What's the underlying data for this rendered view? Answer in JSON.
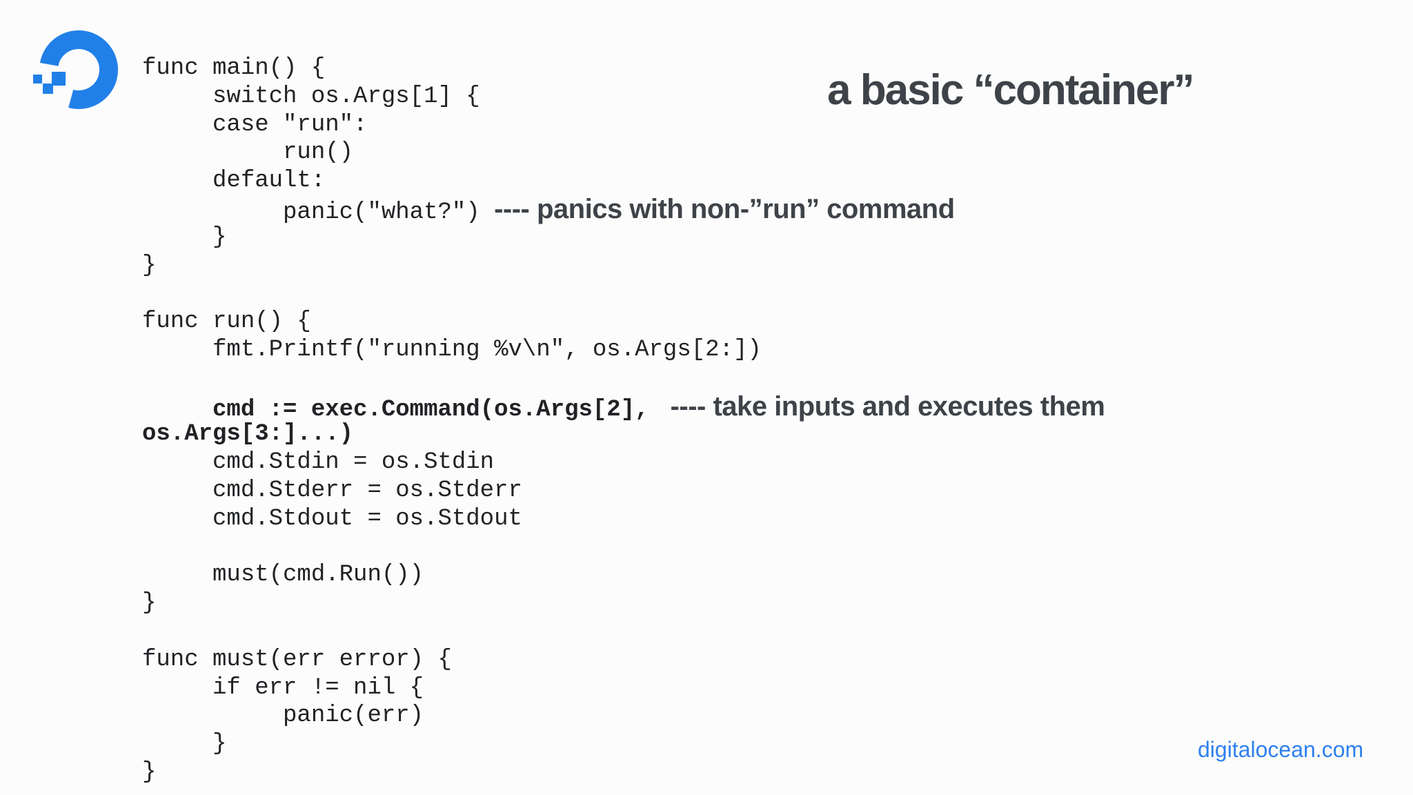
{
  "slide": {
    "title": "a basic “container”",
    "footer_link": "digitalocean.com"
  },
  "icons": {
    "logo": "digitalocean-logo"
  },
  "colors": {
    "background": "#fcfcfc",
    "code_text": "#202225",
    "heading_text": "#3e4349",
    "logo_blue": "#2180e8",
    "link_blue": "#2e80f0"
  },
  "code": {
    "lines": [
      {
        "segments": [
          {
            "t": "func main() {",
            "s": "c"
          }
        ]
      },
      {
        "segments": [
          {
            "t": "     switch os.Args[1] {",
            "s": "c"
          }
        ]
      },
      {
        "segments": [
          {
            "t": "     case \"run\":",
            "s": "c"
          }
        ]
      },
      {
        "segments": [
          {
            "t": "          run()",
            "s": "c"
          }
        ]
      },
      {
        "segments": [
          {
            "t": "     default:",
            "s": "c"
          }
        ]
      },
      {
        "segments": [
          {
            "t": "          panic(\"what?\") ",
            "s": "c"
          },
          {
            "t": "---- panics with non-”run” command",
            "s": "n"
          }
        ]
      },
      {
        "segments": [
          {
            "t": "     }",
            "s": "c"
          }
        ]
      },
      {
        "segments": [
          {
            "t": "}",
            "s": "c"
          }
        ]
      },
      {
        "segments": []
      },
      {
        "segments": [
          {
            "t": "func run() {",
            "s": "c"
          }
        ]
      },
      {
        "segments": [
          {
            "t": "     fmt.Printf(\"running %v\\n\", os.Args[2:])",
            "s": "c"
          }
        ]
      },
      {
        "segments": []
      },
      {
        "segments": [
          {
            "t": "     cmd := exec.Command(os.Args[2], ",
            "s": "b"
          },
          {
            "t": " ---- take inputs and executes them",
            "s": "n"
          }
        ]
      },
      {
        "segments": [
          {
            "t": "os.Args[3:]...)",
            "s": "b"
          }
        ]
      },
      {
        "segments": [
          {
            "t": "     cmd.Stdin = os.Stdin",
            "s": "c"
          }
        ]
      },
      {
        "segments": [
          {
            "t": "     cmd.Stderr = os.Stderr",
            "s": "c"
          }
        ]
      },
      {
        "segments": [
          {
            "t": "     cmd.Stdout = os.Stdout",
            "s": "c"
          }
        ]
      },
      {
        "segments": []
      },
      {
        "segments": [
          {
            "t": "     must(cmd.Run())",
            "s": "c"
          }
        ]
      },
      {
        "segments": [
          {
            "t": "}",
            "s": "c"
          }
        ]
      },
      {
        "segments": []
      },
      {
        "segments": [
          {
            "t": "func must(err error) {",
            "s": "c"
          }
        ]
      },
      {
        "segments": [
          {
            "t": "     if err != nil {",
            "s": "c"
          }
        ]
      },
      {
        "segments": [
          {
            "t": "          panic(err)",
            "s": "c"
          }
        ]
      },
      {
        "segments": [
          {
            "t": "     }",
            "s": "c"
          }
        ]
      },
      {
        "segments": [
          {
            "t": "}",
            "s": "c"
          }
        ]
      }
    ]
  }
}
